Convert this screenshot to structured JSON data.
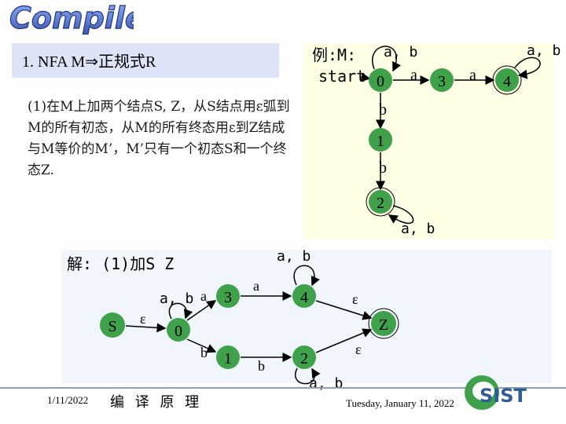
{
  "header": {
    "logo_text": "Compiler"
  },
  "slide": {
    "title": "1. NFA M⇒正规式R",
    "description": "(1)在M上加两个结点S, Z，从S结点用ε弧到M的所有初态，从M的所有终态用ε到Z结成与M等价的M’，M’只有一个初态S和一个终态Z."
  },
  "example": {
    "label": "例:M:",
    "start_label": "start",
    "states": [
      "0",
      "3",
      "4",
      "1",
      "2"
    ],
    "edge_labels": {
      "e0_3": "a",
      "e3_4": "a",
      "e0_1": "b",
      "e1_2": "b",
      "loop0": "a, b",
      "loop4": "a, b",
      "loop2": "a, b"
    }
  },
  "solution": {
    "label": "解: (1)加S Z",
    "states": [
      "S",
      "0",
      "3",
      "1",
      "4",
      "2",
      "Z"
    ],
    "edge_labels": {
      "eS_0": "ε",
      "loop0": "a, b",
      "e0_3": "a",
      "e0_1": "b",
      "e3_4": "a",
      "loop4": "a, b",
      "e1_2": "b",
      "loop2": "a, b",
      "e4_Z": "ε",
      "e2_Z": "ε"
    }
  },
  "footer": {
    "date_left": "1/11/2022",
    "course": "编 译 原 理",
    "date_right": "Tuesday, January 11, 2022",
    "sist_logo": "SIST"
  },
  "colors": {
    "logo_fill": "#5a78c8",
    "title_bg": "#dde4f7",
    "nfa_panel_bg": "#ffffe6",
    "state_fill": "#3fa24a",
    "solution_bg": "#f1f6fc"
  }
}
